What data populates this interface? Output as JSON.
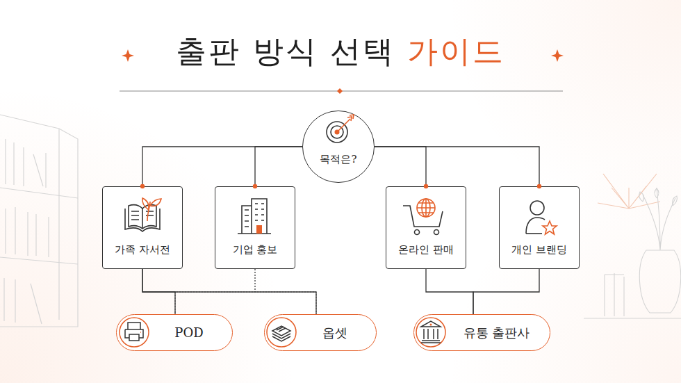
{
  "diagram": {
    "title": "출판 방식 선택 가이드",
    "nodes": [
      {
        "text": [
          "목적은?"
        ]
      },
      {
        "text": [
          "가족 자서전"
        ]
      },
      {
        "text": [
          "기업 홍보"
        ]
      },
      {
        "text": [
          "온라인 판매"
        ]
      },
      {
        "text": [
          "개인 브랜딩"
        ]
      },
      {
        "text": [
          "POD"
        ]
      },
      {
        "text": [
          "옵셋"
        ]
      },
      {
        "text": [
          "유통 출판사"
        ]
      }
    ],
    "edges": [
      {
        "from": 0,
        "to": 1,
        "arrow": "none"
      },
      {
        "from": 0,
        "to": 2,
        "arrow": "none"
      },
      {
        "from": 0,
        "to": 3,
        "arrow": "none"
      },
      {
        "from": 0,
        "to": 4,
        "arrow": "none"
      },
      {
        "from": 1,
        "to": 5,
        "arrow": "none"
      },
      {
        "from": 1,
        "to": 6,
        "arrow": "none"
      },
      {
        "from": 2,
        "to": 5,
        "arrow": "none"
      },
      {
        "from": 2,
        "to": 6,
        "arrow": "none"
      },
      {
        "from": 3,
        "to": 7,
        "arrow": "none"
      },
      {
        "from": 4,
        "to": 7,
        "arrow": "none"
      }
    ]
  }
}
